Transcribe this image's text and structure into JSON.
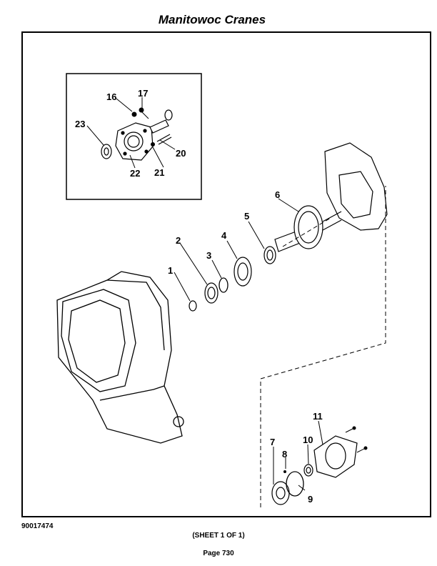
{
  "header": {
    "title": "Manitowoc Cranes"
  },
  "footer": {
    "doc_number": "90017474",
    "sheet": "(SHEET 1 OF 1)",
    "page": "Page 730"
  },
  "callouts": {
    "c1": "1",
    "c2": "2",
    "c3": "3",
    "c4": "4",
    "c5": "5",
    "c6": "6",
    "c7": "7",
    "c8": "8",
    "c9": "9",
    "c10": "10",
    "c11": "11",
    "c16": "16",
    "c17": "17",
    "c20": "20",
    "c21": "21",
    "c22": "22",
    "c23": "23"
  }
}
